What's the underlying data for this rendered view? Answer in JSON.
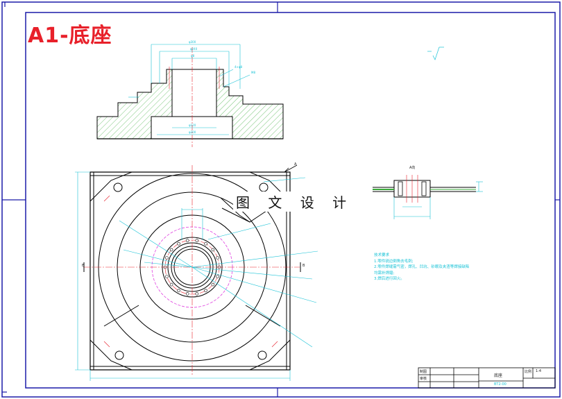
{
  "title": "A1-底座",
  "watermark": "图 文 设 计",
  "notes": {
    "heading": "技术要求",
    "items": [
      "1.零件锐边倒角去毛刺;",
      "2.零件焊缝需气密，焊孔、凹坑、砂眼及夹渣等焊接缺陷",
      "  均需补焊磨;",
      "3.焊后进行回火。"
    ]
  },
  "section_labels": {
    "view_a": "A",
    "detail_a": "A向",
    "section_b_left": "B",
    "section_b_right": "B"
  },
  "title_block": {
    "drawn_label": "制图",
    "checked_label": "审核",
    "part_name": "底座",
    "scale_label": "比例",
    "scale_value": "1:4",
    "drawing_no": "BT2-00"
  },
  "colors": {
    "frame": "#1a1aa8",
    "outline": "#000000",
    "hatch": "#3aaa3a",
    "center_line": "#e8202a",
    "dimension": "#17c2d6",
    "hidden": "#e040e0",
    "title_red": "#e8202a"
  }
}
